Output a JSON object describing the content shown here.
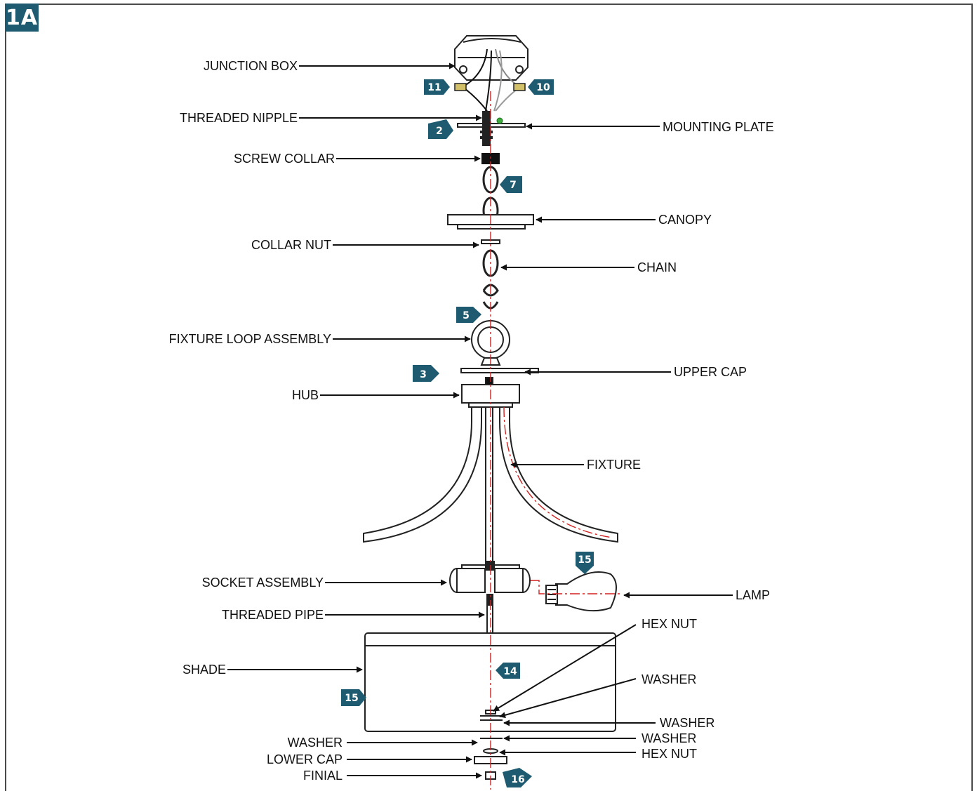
{
  "step_tag": "1A",
  "labels": {
    "junction_box": "JUNCTION BOX",
    "threaded_nipple": "THREADED NIPPLE",
    "mounting_plate": "MOUNTING PLATE",
    "screw_collar": "SCREW COLLAR",
    "canopy": "CANOPY",
    "collar_nut": "COLLAR NUT",
    "chain": "CHAIN",
    "fixture_loop_assembly": "FIXTURE LOOP ASSEMBLY",
    "upper_cap": "UPPER CAP",
    "hub": "HUB",
    "fixture": "FIXTURE",
    "socket_assembly": "SOCKET ASSEMBLY",
    "lamp": "LAMP",
    "threaded_pipe": "THREADED PIPE",
    "hex_nut_upper": "HEX NUT",
    "shade": "SHADE",
    "washer_1": "WASHER",
    "washer_2": "WASHER",
    "washer_3": "WASHER",
    "washer_left": "WASHER",
    "lower_cap": "LOWER CAP",
    "hex_nut_lower": "HEX NUT",
    "finial": "FINIAL"
  },
  "badges": {
    "b11": "11",
    "b10": "10",
    "b2": "2",
    "b7": "7",
    "b5": "5",
    "b3": "3",
    "b15_lamp": "15",
    "b14": "14",
    "b15_shade": "15",
    "b16": "16"
  },
  "colors": {
    "badge": "#1f5b70",
    "centerline": "#d42020",
    "line": "#1a1a1a"
  }
}
